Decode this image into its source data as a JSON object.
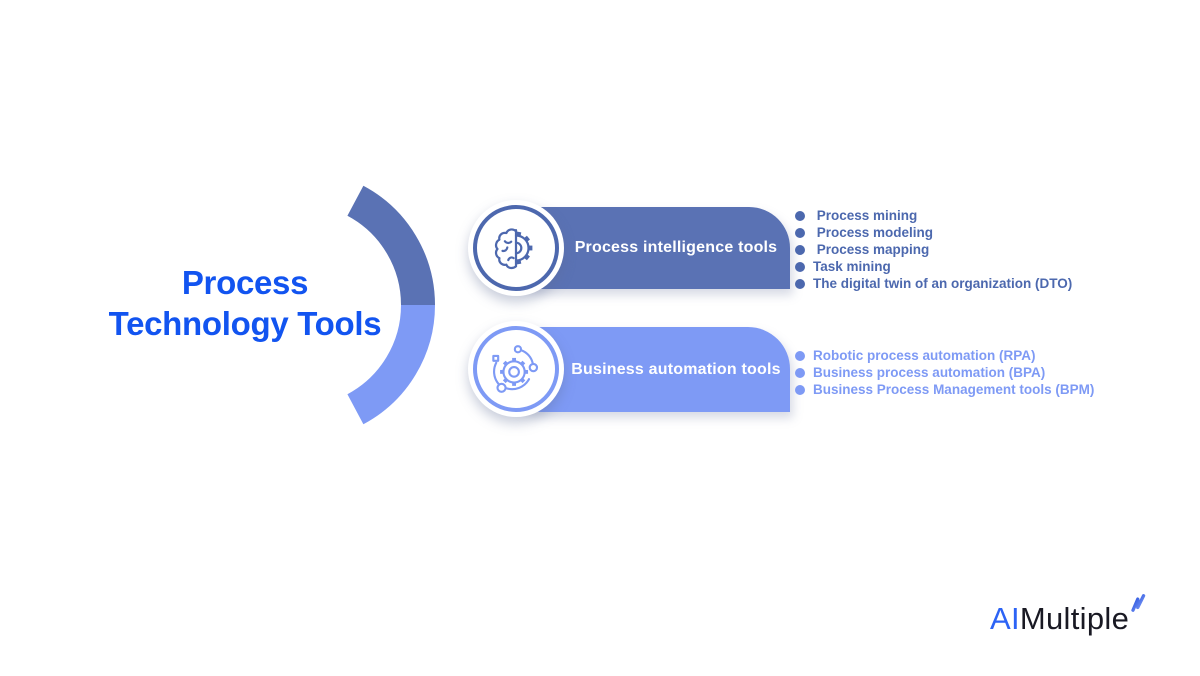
{
  "title": {
    "line1": "Process",
    "line2": "Technology Tools"
  },
  "branches": [
    {
      "label": "Process intelligence tools",
      "icon": "brain-gear-icon",
      "color": "#5a72b4",
      "text_color": "#4c68ae",
      "items": [
        " Process mining",
        " Process modeling",
        " Process mapping",
        "Task mining",
        "The digital twin of an organization (DTO)"
      ]
    },
    {
      "label": "Business automation tools",
      "icon": "automation-gear-icon",
      "color": "#7e9af5",
      "text_color": "#7e9af5",
      "items": [
        "Robotic process automation (RPA)",
        "Business process automation (BPA)",
        "Business Process Management tools (BPM)"
      ]
    }
  ],
  "logo": {
    "part1": "AI",
    "part2": "Multiple"
  },
  "colors": {
    "title": "#1254f0",
    "dark_branch": "#5a72b4",
    "light_branch": "#7e9af5",
    "logo_ai": "#2c63f5",
    "logo_text": "#191923",
    "background": "#ffffff"
  }
}
